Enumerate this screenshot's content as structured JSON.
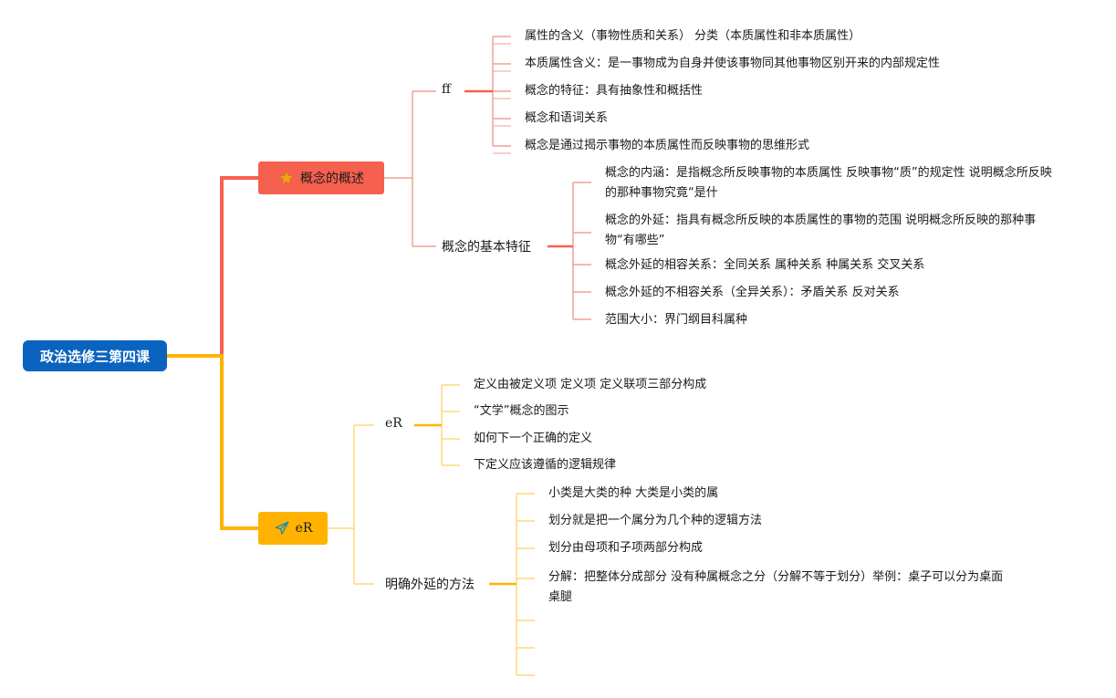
{
  "root": {
    "label": "政治选修三第四课"
  },
  "colors": {
    "root": "#0a64bf",
    "branch1": "#f6604e",
    "branch1_line": "#f2a196",
    "branch2": "#ffb300",
    "branch2_line": "#ffd97a"
  },
  "branch1": {
    "label": "概念的概述",
    "icon": "star-icon",
    "sub1": {
      "label": "ff",
      "leaves": [
        "属性的含义（事物性质和关系） 分类（本质属性和非本质属性）",
        "本质属性含义：是一事物成为自身并使该事物同其他事物区别开来的内部规定性",
        "概念的特征：具有抽象性和概括性",
        "概念和语词关系",
        "概念是通过揭示事物的本质属性而反映事物的思维形式"
      ]
    },
    "sub2": {
      "label": "概念的基本特征",
      "leaves": [
        "概念的内涵：是指概念所反映事物的本质属性 反映事物“质”的规定性 说明概念所反映的那种事物究竟“是什",
        "概念的外延：指具有概念所反映的本质属性的事物的范围 说明概念所反映的那种事物“有哪些”",
        "概念外延的相容关系：全同关系 属种关系 种属关系 交叉关系",
        "概念外延的不相容关系（全异关系）：矛盾关系 反对关系",
        "范围大小：界门纲目科属种"
      ]
    }
  },
  "branch2": {
    "label": "eR",
    "icon": "paper-plane-icon",
    "sub1": {
      "label": "eR",
      "leaves": [
        "定义由被定义项 定义项 定义联项三部分构成",
        "“文学”概念的图示",
        "如何下一个正确的定义",
        "下定义应该遵循的逻辑规律"
      ]
    },
    "sub2": {
      "label": "明确外延的方法",
      "leaves": [
        "小类是大类的种 大类是小类的属",
        "划分就是把一个属分为几个种的逻辑方法",
        "划分由母项和子项两部分构成",
        "分解：把整体分成部分 没有种属概念之分（分解不等于划分）举例：桌子可以分为桌面 桌腿",
        "",
        "",
        ""
      ]
    }
  }
}
